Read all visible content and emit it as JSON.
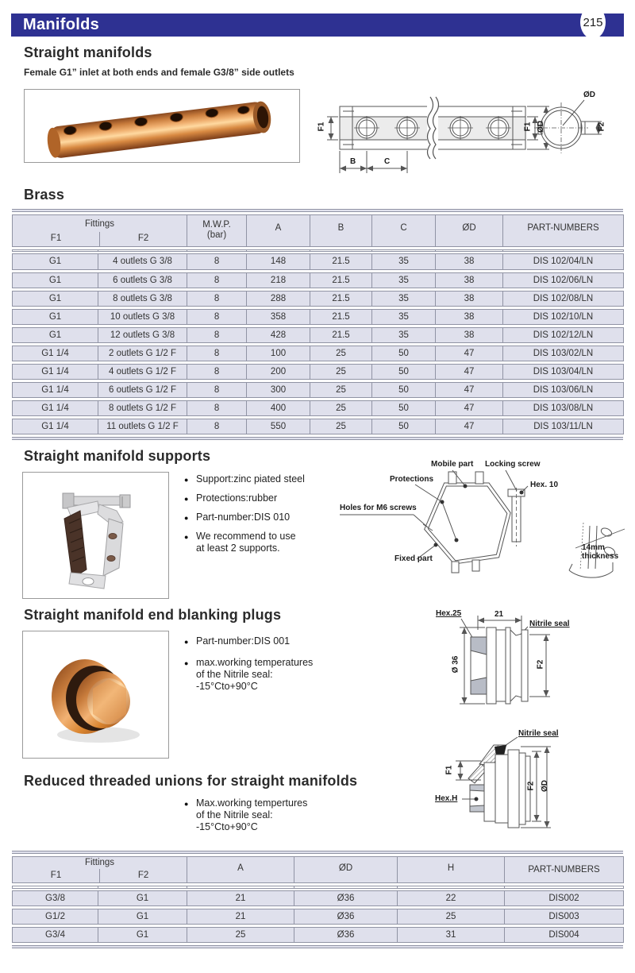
{
  "page": {
    "bar_title": "Manifolds",
    "page_number": "215"
  },
  "colors": {
    "accent_blue": "#2e3192",
    "row_fill": "#dfe0ec",
    "grid_line": "#9093a4"
  },
  "straight_manifolds": {
    "heading": "Straight manifolds",
    "subtitle": "Female G1” inlet at both ends and female G3/8” side outlets",
    "material_heading": "Brass"
  },
  "drawing_manifold": {
    "f1_left": "F1",
    "f1_right": "F1",
    "od_side": "ØD",
    "dim_b": "B",
    "dim_c": "C",
    "od_end": "ØD",
    "f2_end": "F2"
  },
  "table1": {
    "header": {
      "fittings": "Fittings",
      "f1": "F1",
      "f2": "F2",
      "mwp_line1": "M.W.P.",
      "mwp_line2": "(bar)",
      "a": "A",
      "b": "B",
      "c": "C",
      "od": "ØD",
      "part_numbers": "PART-NUMBERS"
    },
    "rows": [
      [
        "G1",
        "4 outlets G 3/8",
        "8",
        "148",
        "21.5",
        "35",
        "38",
        "DIS 102/04/LN"
      ],
      [
        "G1",
        "6 outlets G 3/8",
        "8",
        "218",
        "21.5",
        "35",
        "38",
        "DIS 102/06/LN"
      ],
      [
        "G1",
        "8 outlets G 3/8",
        "8",
        "288",
        "21.5",
        "35",
        "38",
        "DIS 102/08/LN"
      ],
      [
        "G1",
        "10 outlets G 3/8",
        "8",
        "358",
        "21.5",
        "35",
        "38",
        "DIS 102/10/LN"
      ],
      [
        "G1",
        "12 outlets G 3/8",
        "8",
        "428",
        "21.5",
        "35",
        "38",
        "DIS 102/12/LN"
      ],
      [
        "G1 1/4",
        "2 outlets G 1/2 F",
        "8",
        "100",
        "25",
        "50",
        "47",
        "DIS 103/02/LN"
      ],
      [
        "G1 1/4",
        "4 outlets G 1/2 F",
        "8",
        "200",
        "25",
        "50",
        "47",
        "DIS 103/04/LN"
      ],
      [
        "G1 1/4",
        "6 outlets G 1/2 F",
        "8",
        "300",
        "25",
        "50",
        "47",
        "DIS 103/06/LN"
      ],
      [
        "G1 1/4",
        "8 outlets G 1/2 F",
        "8",
        "400",
        "25",
        "50",
        "47",
        "DIS 103/08/LN"
      ],
      [
        "G1 1/4",
        "11 outlets G 1/2 F",
        "8",
        "550",
        "25",
        "50",
        "47",
        "DIS 103/11/LN"
      ]
    ]
  },
  "supports": {
    "heading": "Straight manifold supports",
    "bullets": [
      "Support:zinc piated steel",
      "Protections:rubber",
      "Part-number:DIS 010",
      "We recommend to use\nat least 2 supports."
    ],
    "labels": {
      "mobile_part": "Mobile part",
      "locking_screw": "Locking screw",
      "protections": "Protections",
      "holes": "Holes for M6 screws",
      "hex10": "Hex. 10",
      "fixed_part": "Fixed part",
      "thickness": "14mm\nthickness"
    }
  },
  "plugs": {
    "heading": "Straight manifold end blanking plugs",
    "bullets": [
      "Part-number:DIS 001",
      "max.working temperatures\nof the Nitrile seal:\n-15°Cto+90°C"
    ],
    "labels": {
      "hex25": "Hex.25",
      "dim21": "21",
      "nitrile_seal": "Nitrile seal",
      "d36": "Ø 36",
      "f2": "F2"
    }
  },
  "unions": {
    "heading": "Reduced threaded unions for straight manifolds",
    "bullets": [
      "Max.working tempertures\nof the Nitrile seal:\n-15°Cto+90°C"
    ],
    "labels": {
      "nitrile_seal": "Nitrile seal",
      "f1": "F1",
      "hexh": "Hex.H",
      "f2": "F2",
      "od": "ØD"
    }
  },
  "table2": {
    "header": {
      "fittings": "Fittings",
      "f1": "F1",
      "f2": "F2",
      "a": "A",
      "od": "ØD",
      "h": "H",
      "part_numbers": "PART-NUMBERS"
    },
    "rows": [
      [
        "G3/8",
        "G1",
        "21",
        "Ø36",
        "22",
        "DIS002"
      ],
      [
        "G1/2",
        "G1",
        "21",
        "Ø36",
        "25",
        "DIS003"
      ],
      [
        "G3/4",
        "G1",
        "25",
        "Ø36",
        "31",
        "DIS004"
      ]
    ]
  }
}
